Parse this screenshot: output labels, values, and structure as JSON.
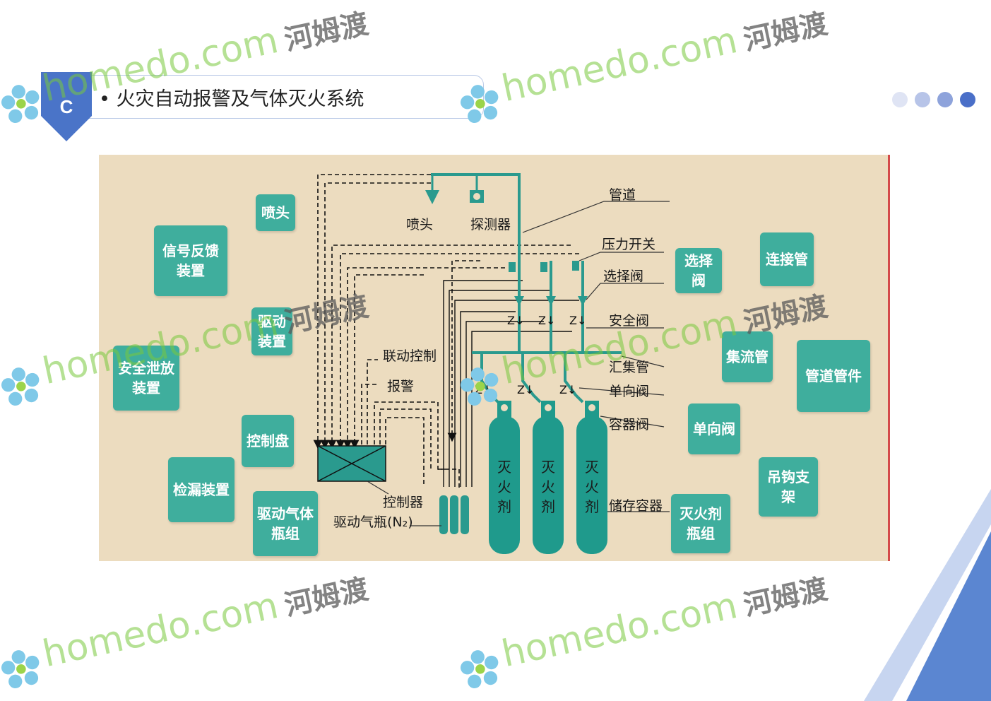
{
  "header": {
    "badge_letter": "C",
    "title": "• 火灾自动报警及气体灭火系统"
  },
  "category_boxes": {
    "penTou": "喷头",
    "xinHao": "信号反馈装置",
    "quDong": "驱动装置",
    "anQuan": "安全泄放装置",
    "kongZhiPan": "控制盘",
    "jianLou": "检漏装置",
    "quDongQiTi": "驱动气体瓶组",
    "xuanZeFa": "选择阀",
    "lianJieGuan": "连接管",
    "jiLiuGuan": "集流管",
    "guanDaoGuanJian": "管道管件",
    "danXiangFa": "单向阀",
    "diaoGou": "吊钩支架",
    "mieHuoJiPingZu": "灭火剂瓶组"
  },
  "diagram_labels": {
    "penTou": "喷头",
    "tanCeQi": "探测器",
    "guanDao": "管道",
    "yaLiKaiGuan": "压力开关",
    "xuanZeFa": "选择阀",
    "anQuanFa": "安全阀",
    "huiJiGuan": "汇集管",
    "danXiangFa": "单向阀",
    "rongQiFa": "容器阀",
    "chuCunRongQi": "储存容器",
    "lianDong": "联动控制",
    "baoJing": "报警",
    "kongZhiQi": "控制器",
    "quDongQiPing": "驱动气瓶(N₂)",
    "cylinder": "灭火剂"
  },
  "watermark": {
    "domain": "homedo.com",
    "brand": "河姆渡"
  },
  "colors": {
    "panel_bg": "#ecdcbf",
    "box_teal": "#3fae9d",
    "pipe_teal": "#2a9a8e",
    "cylinder_teal": "#1f9a8c",
    "badge_blue": "#4a74c8",
    "accent_red": "#d44a4a"
  }
}
